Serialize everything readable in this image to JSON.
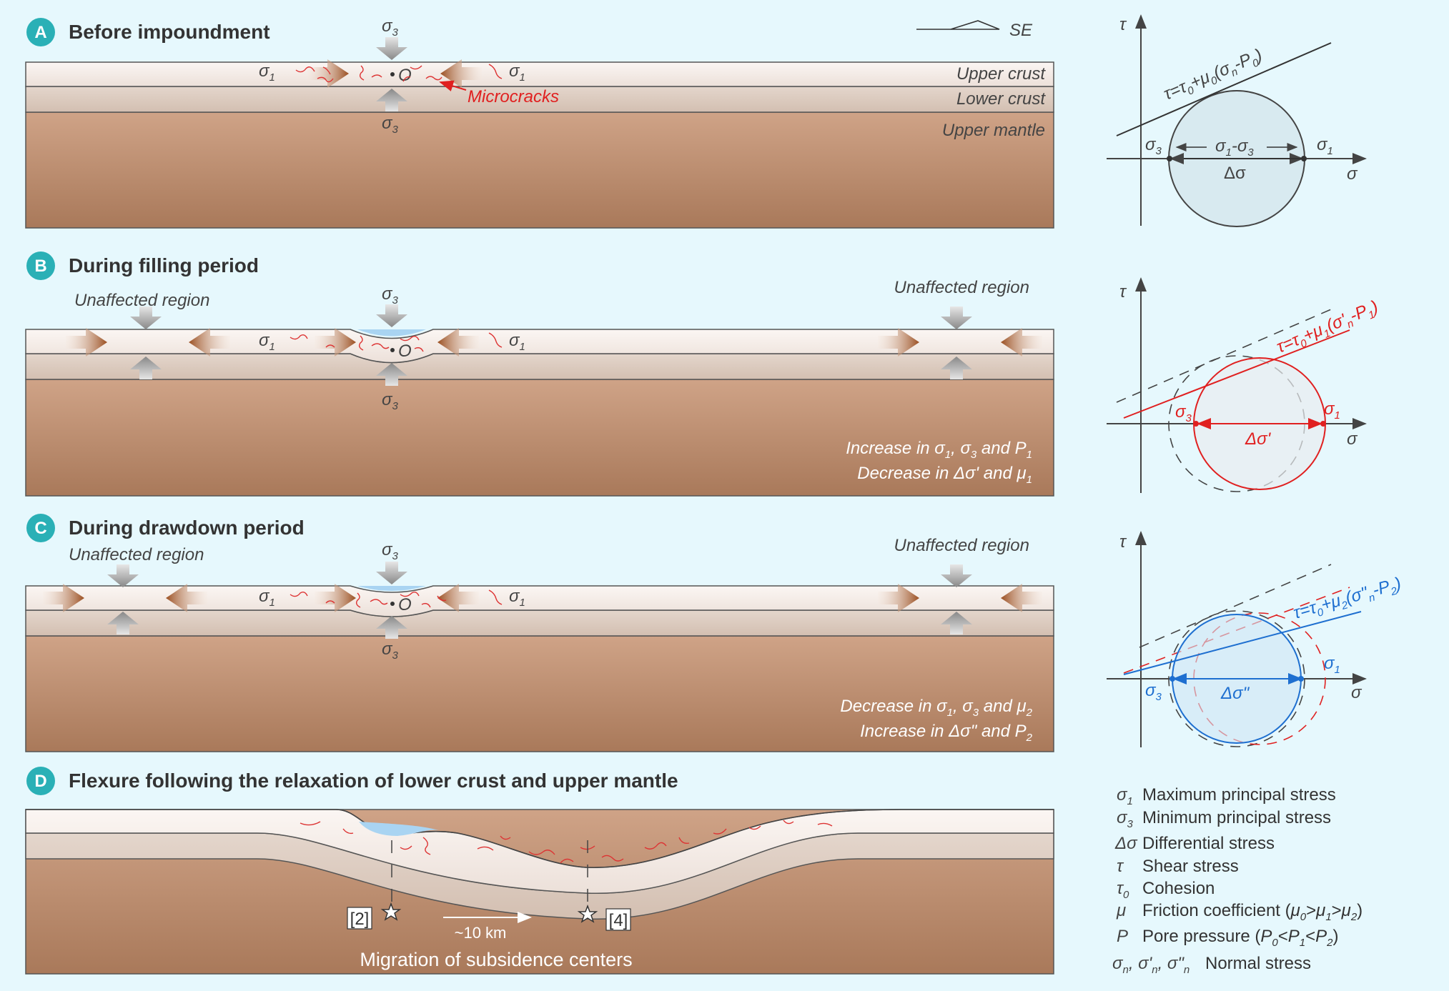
{
  "panels": {
    "a": {
      "badge": "A",
      "title": "Before impoundment",
      "layers": [
        "Upper crust",
        "Lower crust",
        "Upper mantle"
      ],
      "microcracks": "Microcracks",
      "direction": "SE",
      "origin": "O"
    },
    "b": {
      "badge": "B",
      "title": "During filling period",
      "unaffected": "Unaffected region",
      "note1": "Increase in σ1, σ3 and P1",
      "note2": "Decrease in Δσ' and μ1",
      "origin": "O"
    },
    "c": {
      "badge": "C",
      "title": "During drawdown period",
      "unaffected": "Unaffected region",
      "note1": "Decrease in σ1, σ3 and μ2",
      "note2": "Increase in Δσ\" and P2",
      "origin": "O"
    },
    "d": {
      "badge": "D",
      "title": "Flexure following the relaxation of lower crust and upper mantle",
      "ref2": "[2]",
      "ref4": "[4]",
      "distance": "~10 km",
      "caption": "Migration of subsidence centers"
    }
  },
  "mohr": {
    "axis_tau": "τ",
    "axis_sigma": "σ",
    "a": {
      "envelope": "τ=τ0+μ0(σn-P0)",
      "diff_label": "σ1-σ3",
      "delta": "Δσ"
    },
    "b": {
      "envelope": "τ=τ0+μ1(σ'n-P1)",
      "delta": "Δσ'"
    },
    "c": {
      "envelope": "τ=τ0+μ2(σ\"n-P2)",
      "delta": "Δσ\""
    }
  },
  "legend": [
    {
      "symbol": "σ1",
      "text": "Maximum principal stress"
    },
    {
      "symbol": "σ3",
      "text": "Minimum principal stress"
    },
    {
      "symbol": "Δσ",
      "text": "Differential stress"
    },
    {
      "symbol": "τ",
      "text": "Shear stress"
    },
    {
      "symbol": "τ0",
      "text": "Cohesion"
    },
    {
      "symbol": "μ",
      "text": "Friction coefficient (μ0>μ1>μ2)"
    },
    {
      "symbol": "P",
      "text": "Pore pressure (P0<P1<P2)"
    },
    {
      "symbol": "σn, σ'n, σ\"n",
      "text": "Normal stress"
    }
  ],
  "colors": {
    "background": "#e6f8fd",
    "badge": "#2ab0b6",
    "upper_crust": "#f2e9e4",
    "lower_crust": "#d9c7bb",
    "mantle": "#c59679",
    "water": "#a9d4f2",
    "crack": "#d33",
    "panel_b": "#e02020",
    "panel_c": "#1e6fd0"
  }
}
